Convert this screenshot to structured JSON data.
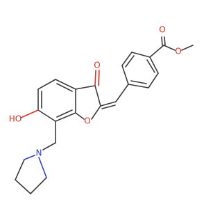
{
  "structure": {
    "atoms": {
      "o_carbonyl_ester": "O",
      "o_ether_ester": "O",
      "o_ketone": "O",
      "o_furan": "O",
      "o_hydroxyl": "HO",
      "n_pyrrolidine": "N"
    },
    "colors": {
      "bond": "#3b3b3b",
      "oxygen": "#e03020",
      "nitrogen": "#2f3fd8",
      "background": "#ffffff"
    }
  }
}
